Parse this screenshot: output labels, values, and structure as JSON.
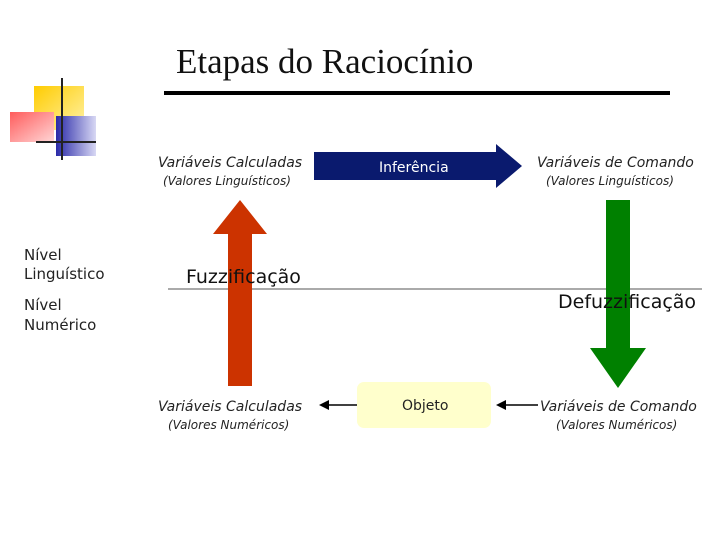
{
  "title": "Etapas do Raciocínio",
  "levels": {
    "linguistic": [
      "Nível",
      "Linguístico"
    ],
    "numeric": [
      "Nível",
      "Numérico"
    ]
  },
  "top": {
    "left_label": "Variáveis Calculadas",
    "left_sub": "(Valores Linguísticos)",
    "middle": "Inferência",
    "right_label": "Variáveis de Comando",
    "right_sub": "(Valores Linguísticos)"
  },
  "processes": {
    "fuzzification": "Fuzzificação",
    "defuzzification": "Defuzzificação"
  },
  "bottom": {
    "left_label": "Variáveis Calculadas",
    "left_sub": "(Valores Numéricos)",
    "middle": "Objeto",
    "right_label": "Variáveis de Comando",
    "right_sub": "(Valores Numéricos)"
  },
  "colors": {
    "fuzzification_arrow": "#cc3300",
    "defuzzification_arrow": "#008000",
    "inference_arrow": "#0a1a6e",
    "object_box": "#ffffcc",
    "deco_yellow": "#ffcc00",
    "deco_blue": "#3333cc",
    "deco_red": "#ff6666"
  }
}
